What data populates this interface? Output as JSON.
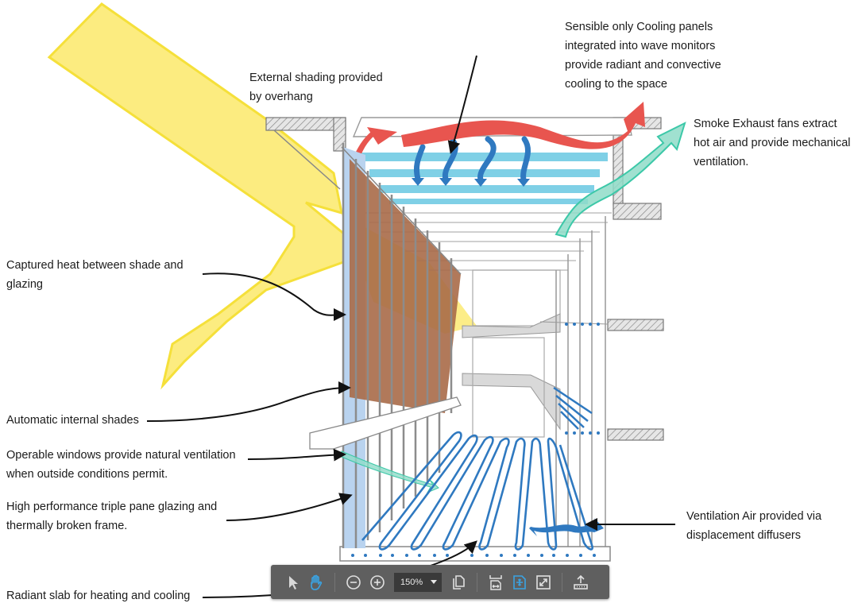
{
  "diagram": {
    "subject": "Building section showing passive and active heating, cooling and ventilation strategies",
    "labels": {
      "external_shading": [
        "External shading provided",
        "by overhang"
      ],
      "cooling_panels": [
        "Sensible only Cooling panels",
        "integrated into wave monitors",
        "provide radiant and convective",
        "cooling to the space"
      ],
      "smoke_exhaust": [
        "Smoke Exhaust fans extract",
        "hot air and provide mechanical",
        "ventilation."
      ],
      "captured_heat": [
        "Captured heat between shade and",
        "glazing"
      ],
      "internal_shades": [
        "Automatic internal shades"
      ],
      "operable_windows": [
        "Operable windows provide natural ventilation",
        "when outside conditions permit."
      ],
      "glazing": [
        "High performance triple pane glazing and",
        "thermally broken frame."
      ],
      "ventilation_air": [
        "Ventilation Air provided via",
        "displacement diffusers"
      ],
      "radiant_slab": [
        "Radiant slab for heating and cooling"
      ]
    },
    "colors": {
      "sun": "#fbe96a",
      "sun_edge": "#f5e03a",
      "hot_air": "#e8554f",
      "cooling_panel": "#7fd0e6",
      "cool_air": "#2f79c0",
      "exhaust": "#8fdcc8",
      "exhaust_edge": "#3cc8a8",
      "shade": "#a86a48",
      "glass": "#b9d3ef",
      "structure": "#9a9a9a",
      "slab_pipe": "#2f79c0"
    }
  },
  "toolbar": {
    "tools": [
      {
        "name": "select-tool",
        "icon": "arrow-pointer-icon",
        "active": false
      },
      {
        "name": "hand-tool",
        "icon": "hand-icon",
        "active": true
      },
      {
        "name": "zoom-out",
        "icon": "minus-circle-icon",
        "active": false
      },
      {
        "name": "zoom-in",
        "icon": "plus-circle-icon",
        "active": false
      },
      {
        "name": "page-thumbnails",
        "icon": "pages-icon",
        "active": false
      },
      {
        "name": "fit-width",
        "icon": "fit-width-icon",
        "active": false
      },
      {
        "name": "fit-page",
        "icon": "fit-page-icon",
        "active": true
      },
      {
        "name": "fullscreen",
        "icon": "expand-icon",
        "active": false
      },
      {
        "name": "export",
        "icon": "upload-icon",
        "active": false
      }
    ],
    "zoom_level": "150%",
    "accent": "#3aa3e3"
  }
}
